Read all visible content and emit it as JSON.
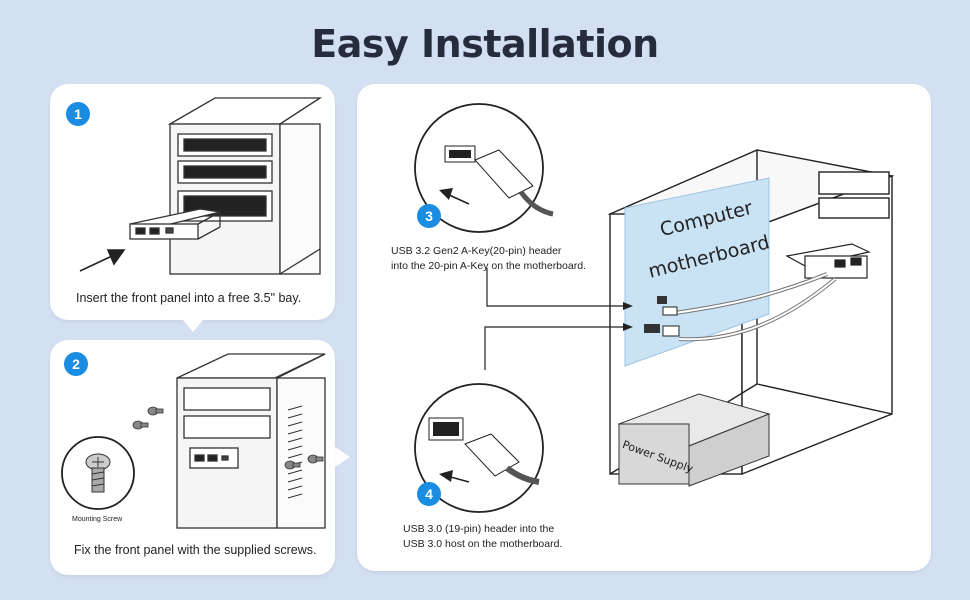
{
  "header": {
    "title": "Easy Installation"
  },
  "steps": [
    {
      "number": "1",
      "caption": "Insert the front panel into a free 3.5\" bay."
    },
    {
      "number": "2",
      "caption": "Fix the front panel with the supplied screws.",
      "screw_label": "Mounting Screw"
    },
    {
      "number": "3",
      "line1": "USB 3.2 Gen2 A-Key(20-pin) header",
      "line2": "into the 20-pin A-Key on the motherboard."
    },
    {
      "number": "4",
      "line1": "USB 3.0 (19-pin) header into the",
      "line2": "USB 3.0 host on the motherboard."
    }
  ],
  "diagram": {
    "motherboard_line1": "Computer",
    "motherboard_line2": "motherboard",
    "power_supply": "Power Supply"
  },
  "colors": {
    "accent": "#1a8ce2",
    "background": "#d3e0f1",
    "motherboard": "#c9e3f5",
    "power_supply": "#d8d8d8"
  }
}
